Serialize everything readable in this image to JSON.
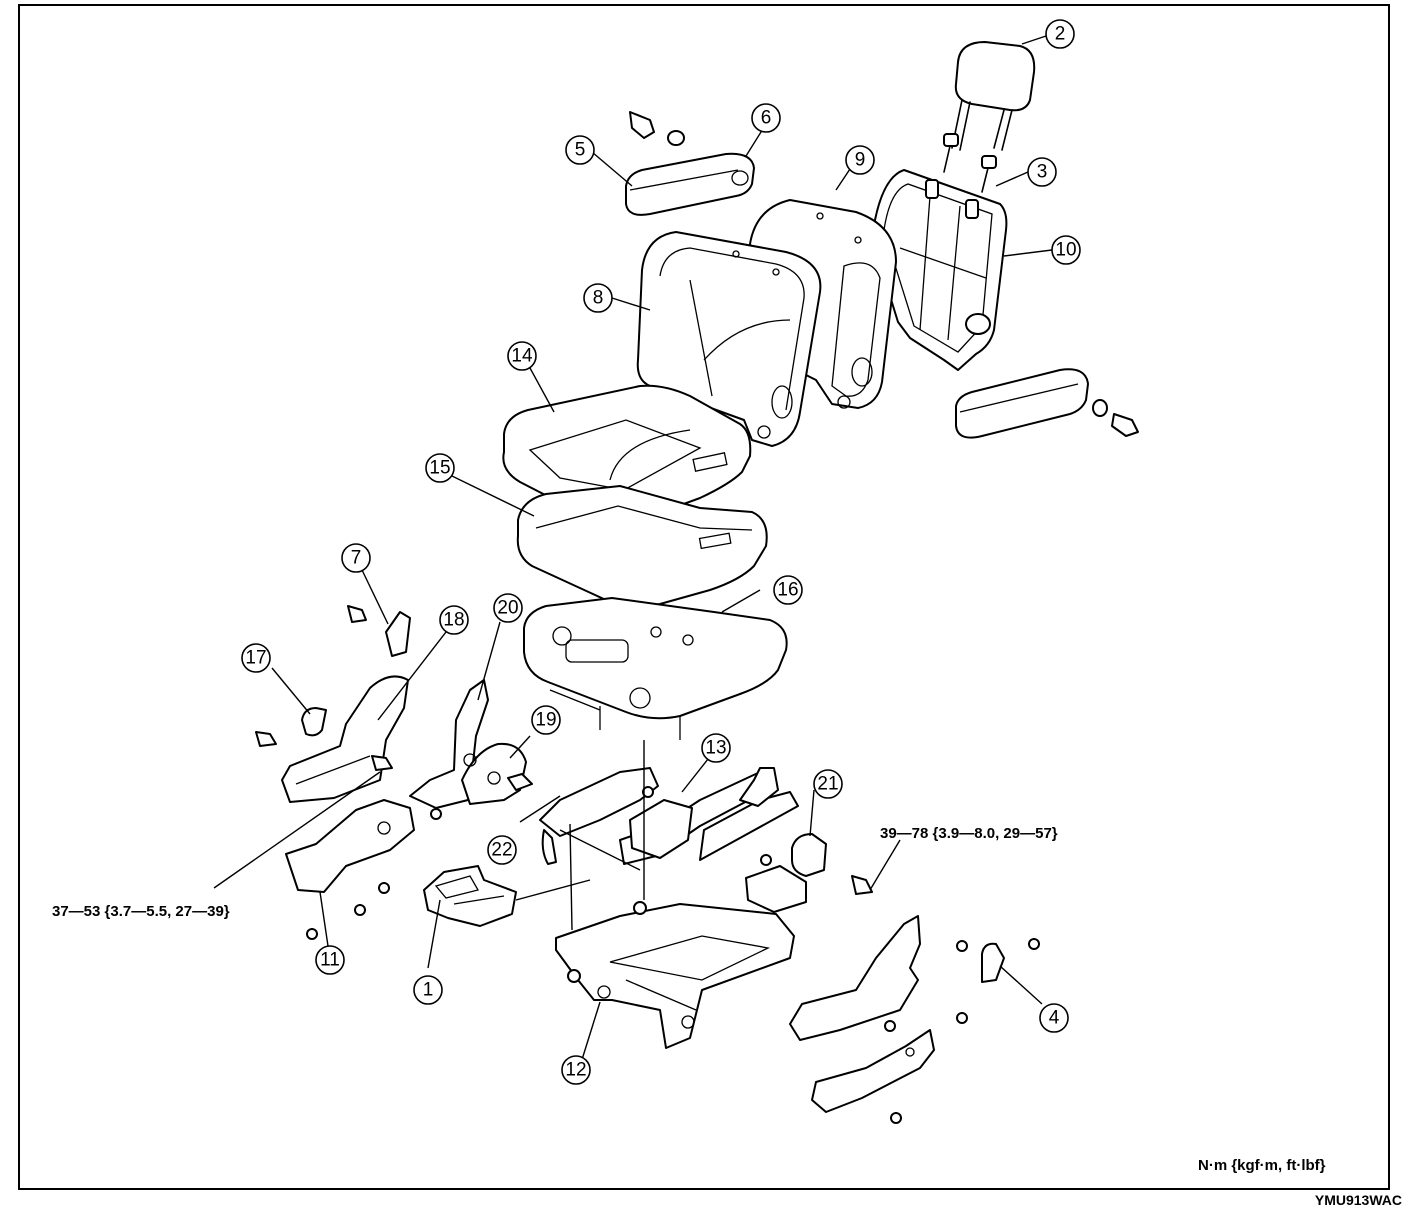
{
  "figure_code": "YMU913WAC",
  "units_note": "N·m {kgf·m, ft·lbf}",
  "torque_specs": {
    "left_bracket": "37—53 {3.7—5.5, 27—39}",
    "right_bracket": "39—78 {3.9—8.0, 29—57}"
  },
  "callouts": [
    "1",
    "2",
    "3",
    "4",
    "5",
    "6",
    "7",
    "8",
    "9",
    "10",
    "11",
    "12",
    "13",
    "14",
    "15",
    "16",
    "17",
    "18",
    "19",
    "20",
    "21",
    "22"
  ]
}
